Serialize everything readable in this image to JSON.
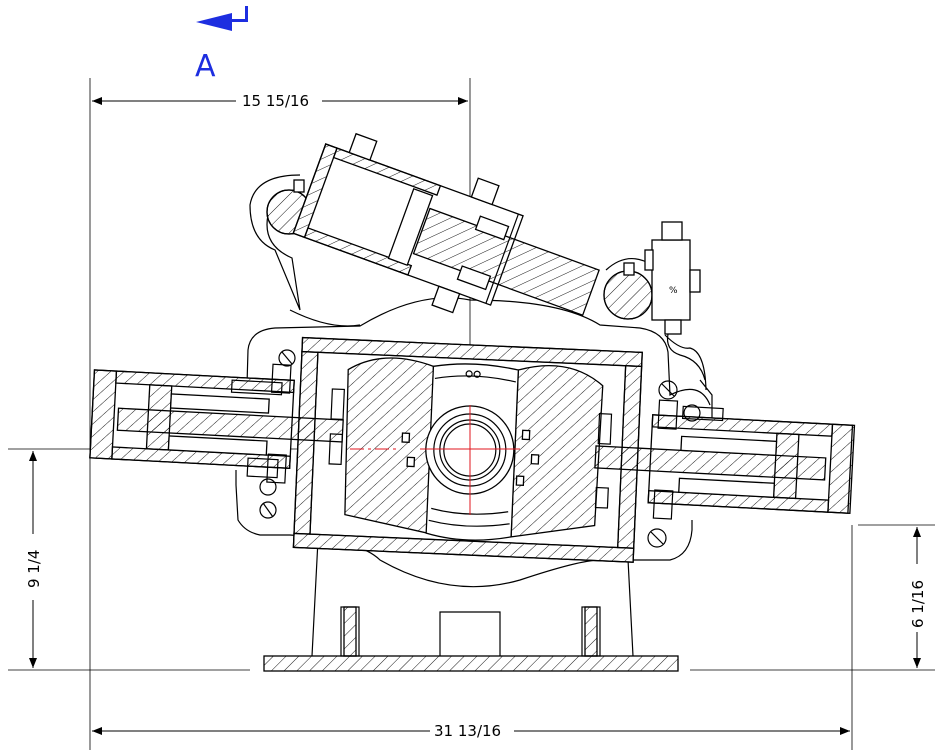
{
  "view_label": "A",
  "dimensions": {
    "top_width": "15 15/16",
    "overall_width": "31 13/16",
    "left_height": "9 1/4",
    "right_height": "6 1/16"
  },
  "marker_text": "%",
  "colors": {
    "line": "#000000",
    "view_marker": "#1d2ee0",
    "centerline": "#e0141e"
  }
}
